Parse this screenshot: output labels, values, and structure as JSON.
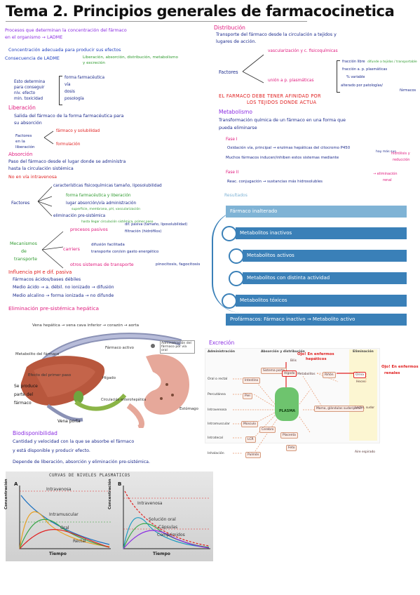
{
  "title": "Tema 2. Principios generales de farmacocinetica",
  "left": {
    "intro": [
      "Procesos que determinan la concentración del fármaco",
      "en el organismo → LADME"
    ],
    "conc": "Concentración adecuada para producir sus efectos",
    "ladme": "Consecuencia de LADME",
    "ladme_list": [
      "Liberación, absorción, distribución, metabolismo",
      "y excreción"
    ],
    "decide": [
      "Esto determina",
      "para conseguir",
      "niv. efecto",
      "min. toxicidad"
    ],
    "decide_items": [
      "forma farmacéutica",
      "vía",
      "dosis",
      "posología"
    ],
    "lib_head": "Liberación",
    "lib_text": [
      "Salida del fármaco de la forma farmacéutica para",
      "su absorción"
    ],
    "lib_factors": [
      "Factores",
      "en la",
      "liberación"
    ],
    "lib_items": [
      "fármaco y solubilidad",
      "formulación"
    ],
    "abs_head": "Absorción",
    "abs_text": [
      "Paso del fármaco desde el lugar donde se administra",
      "hasta la circulación sistémica"
    ],
    "abs_iv": "No en vía intravenosa",
    "fac_label": "Factores",
    "fac_items": [
      "características fisicoquímicas tamaño, liposolubilidad",
      "forma farmacéutica y liberación",
      "lugar absorción/vía administración",
      "superficie, membrana, pH, vascularización",
      "eliminación pre-sistémica",
      "hasta llegar circulación sistémica, primer paso"
    ],
    "mec_label": [
      "Mecanismos",
      "de",
      "transporte"
    ],
    "mec_pasivo": "procesos pasivos",
    "mec_pasivo_items": [
      "dif. pasiva (tamaño, liposolubilidad)",
      "filtración (hidrófilos)"
    ],
    "mec_carrier": "carriers",
    "mec_carrier_items": [
      "difusión facilitada",
      "transporte con/sin gasto energético"
    ],
    "mec_otros": "otros sistemas de transporte",
    "mec_otros_items": "pinocitosis, fagocitosis",
    "ph_head": "Influencia pH e dif. pasiva",
    "ph_lines": [
      "Fármacos ácidos/bases débiles",
      "Medio ácido → a. débil. no ionizado → difusión",
      "Medio alcalino → forma ionizada → no difunde"
    ],
    "elim": "Eliminación pre-sistémica hepática",
    "liver_top": "Vena hepática → vena cava inferior → corazón → aorta",
    "liver_labels": {
      "metab": "Metabolito del fármaco",
      "efecto": "Efecto del primer paso",
      "higado": "Hígado",
      "activo": "Fármaco activo",
      "admin": "Administración del fármaco por vía oral",
      "circ": "Circulación enterohepática",
      "estomago": "Estómago",
      "porta": "Vena porta",
      "seproduce": [
        "Se produce",
        "parte del",
        "fármaco"
      ]
    },
    "bio_head": "Biodisponibilidad",
    "bio_lines": [
      "Cantidad y velocidad con la que se absorbe el fármaco",
      "y está disponible y producir efecto.",
      "Depende de liberación, absorción y eliminación pre-sistémica."
    ]
  },
  "right": {
    "dist_head": "Distribución",
    "dist_text": [
      "Transporte del fármaco desde la circulación a tejidos y",
      "lugares de acción."
    ],
    "dist_factors": "Factores",
    "dist_vasc": "vascularización y c. fisicoquímicas",
    "dist_union": "unión a p. plasmáticas",
    "dist_union_items": [
      "fracción libre",
      "fracción a. p. plasmáticas",
      "% variable",
      "alterado por patologías/",
      "fármacos"
    ],
    "dist_union_extra": "difunde a tejidos / transportable",
    "warn": [
      "EL FARMACO DEBE TENER AFINIDAD POR",
      "LOS TEJIDOS DONDE ACTUA"
    ],
    "met_head": "Metabolismo",
    "met_text": [
      "Transformación química de un fármaco en una forma que",
      "pueda eliminarse"
    ],
    "fase1": "Fase I",
    "fase1_text": "Oxidación vía, principal → enzimas hepáticas del citocromo P450",
    "fase1_extra": "hay más sus",
    "fase1_text2": "Muchos fármacos inducen/inhiben estos sistemas mediante",
    "fase1_extra2": [
      "hidrólisis y",
      "reducción"
    ],
    "fase2": "Fase II",
    "fase2_text": "Reac. conjugación → sustancias más hidrosolubles",
    "fase2_extra": [
      "→ eliminación",
      "renal"
    ],
    "resultados_label": "Resultados",
    "results": [
      "Fármaco inalterado",
      "Metabolitos inactivos",
      "Metabolitos activos",
      "Metabolitos con distinta actividad",
      "Metabolitos tóxicos",
      "Profármacos: Fármaco inactivo  →  Metabolito activo"
    ],
    "exc_head": "Excreción",
    "exc_cols": [
      "Administración",
      "Absorción y distribución",
      "Eliminación"
    ],
    "exc_routes": [
      "Oral o rectal",
      "Percutánea",
      "Intravenosa",
      "Intramuscular",
      "Intratecal",
      "Inhalación"
    ],
    "exc_nodes": [
      "Sistema porta",
      "Hígado",
      "Metabolitos",
      "Intestino",
      "Piel",
      "PLASMA",
      "Músculo",
      "Cerebro",
      "LCR",
      "Placenta",
      "Feto",
      "Pulmón",
      "Bilis",
      "Riñón",
      "Orina",
      "Heces",
      "Mama, glándulas sudoríparas",
      "Leche, sudor",
      "Aire espirado"
    ],
    "ojo1": [
      "Ojo! En enfermos",
      "hepáticos"
    ],
    "ojo2": [
      "Ojo! En enfermos",
      "renales"
    ]
  },
  "curves": {
    "title": "CURVAS DE NIVELES PLASMATICOS",
    "panelA": "A",
    "panelB": "B",
    "ylabel": "Concentración",
    "xlabel": "Tiempo",
    "a_labels": [
      "Intravenosa",
      "Intramuscular",
      "Oral",
      "Rectal"
    ],
    "b_labels": [
      "Intravenosa",
      "Solución oral",
      "Cápsulas",
      "Comprimidos"
    ]
  },
  "colors": {
    "pink": "#e0197d",
    "blue": "#1f3fbf",
    "green": "#2e9a2e",
    "purple": "#8a2be2",
    "red": "#e02020",
    "results_dark": "#3a80b8",
    "results_light": "#7fb3d5"
  }
}
